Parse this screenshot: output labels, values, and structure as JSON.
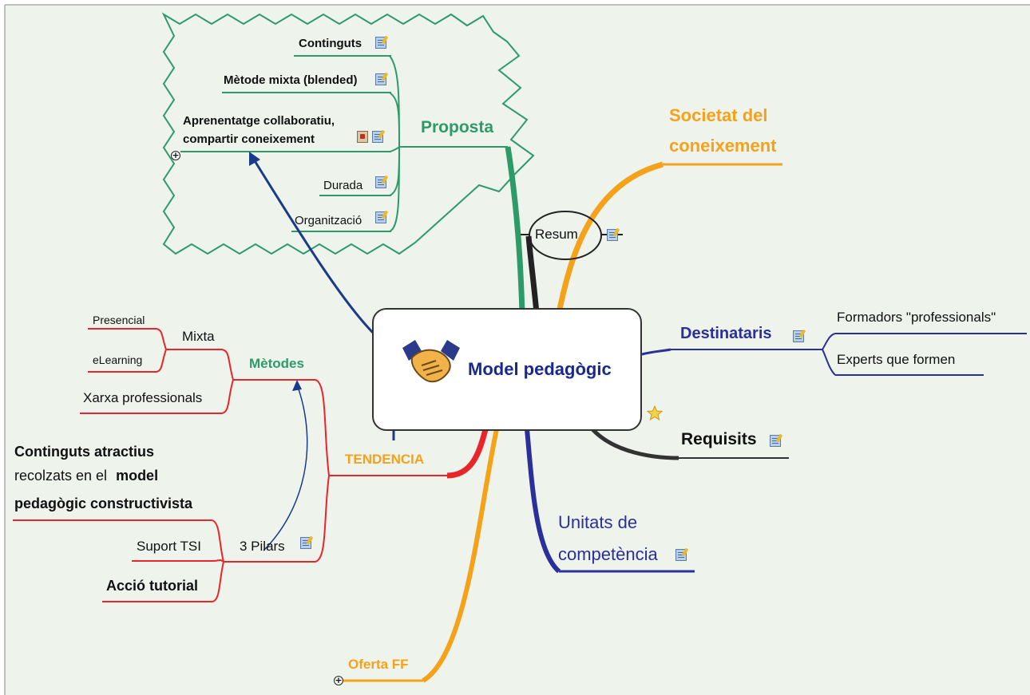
{
  "colors": {
    "background": "#eef3ec",
    "green": "#2e9a6a",
    "orange": "#f5a21b",
    "navy": "#2b2f9a",
    "red": "#e8262a",
    "dark": "#222222",
    "central_text": "#1a2a8a"
  },
  "central": {
    "title": "Model pedagògic",
    "icon": "handshake-icon"
  },
  "proposta": {
    "title": "Proposta",
    "items": [
      {
        "label": "Continguts",
        "icon": "note-icon"
      },
      {
        "label": "Mètode mixta (blended)",
        "icon": "note-icon"
      },
      {
        "label_line1": "Aprenentatge collaboratiu,",
        "label_line2": "compartir coneixement",
        "icons": [
          "attachment-icon",
          "note-icon"
        ],
        "expander": "+"
      },
      {
        "label": "Durada",
        "icon": "note-icon"
      },
      {
        "label": "Organització",
        "icon": "note-icon"
      }
    ]
  },
  "societat": {
    "line1": "Societat del",
    "line2": "coneixement"
  },
  "resum": {
    "label": "Resum",
    "icon": "note-icon"
  },
  "destinataris": {
    "title": "Destinataris",
    "icon": "note-icon",
    "items": [
      "Formadors \"professionals\"",
      "Experts que formen"
    ]
  },
  "requisits": {
    "title": "Requisits",
    "icon": "note-icon",
    "priority_icon": "star-icon"
  },
  "unitats": {
    "line1": "Unitats de",
    "line2": "competència",
    "icon": "note-icon"
  },
  "oferta": {
    "title": "Oferta FF",
    "expander": "+"
  },
  "tendencia": {
    "title": "TENDENCIA",
    "metodes": {
      "title": "Mètodes",
      "mixta": {
        "label": "Mixta",
        "children": [
          "Presencial",
          "eLearning"
        ]
      },
      "xarxa": "Xarxa professionals"
    },
    "pilars": {
      "title": "3 Pilars",
      "icon": "note-icon",
      "continguts": {
        "bold1": "Continguts atractius",
        "normal": "recolzats en el ",
        "bold2": "model",
        "bold3": "pedagògic constructivista"
      },
      "suport": "Suport TSI",
      "accio": "Acció tutorial"
    }
  }
}
